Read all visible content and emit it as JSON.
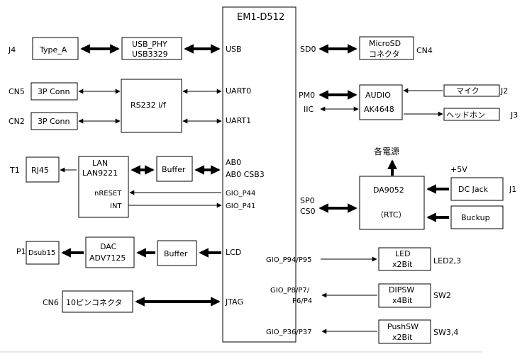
{
  "chip": {
    "title": "EM1-D512"
  },
  "pins": {
    "usb": "USB",
    "uart0": "UART0",
    "uart1": "UART1",
    "ab0": "AB0",
    "ab0_csb3": "AB0 CSB3",
    "gio_p44": "GIO_P44",
    "gio_p41": "GIO_P41",
    "lcd": "LCD",
    "jtag": "JTAG",
    "sd0": "SD0",
    "pm0": "PM0",
    "iic": "IIC",
    "sp0": "SP0",
    "cs0": "CS0",
    "gio_p94": "GIO_P94/P95",
    "gio_p8_l1": "GIO_P8/P7/",
    "gio_p8_l2": "P6/P4",
    "gio_p36": "GIO_P36/P37"
  },
  "blocks": {
    "type_a": "Type_A",
    "usb_phy_1": "USB_PHY",
    "usb_phy_2": "USB3329",
    "conn3p_a": "3P Conn",
    "conn3p_b": "3P Conn",
    "rs232": "RS232 i/f",
    "rj45": "RJ45",
    "lan_1": "LAN",
    "lan_2": "LAN9221",
    "lan_nreset": "nRESET",
    "lan_int": "INT",
    "buffer_lan": "Buffer",
    "dsub15": "Dsub15",
    "dac_1": "DAC",
    "dac_2": "ADV7125",
    "buffer_lcd": "Buffer",
    "jtag_conn": "10ピンコネクタ",
    "microsd_1": "MicroSD",
    "microsd_2": "コネクタ",
    "audio_1": "AUDIO",
    "audio_2": "AK4648",
    "mic": "マイク",
    "headphone": "ヘッドホン",
    "power_out": "各電源",
    "da9052": "DA9052",
    "rtc": "（RTC）",
    "plus5v": "+5V",
    "dc_jack": "DC Jack",
    "backup": "Buckup",
    "led_1": "LED",
    "led_2": "x2Bit",
    "dipsw_1": "DIPSW",
    "dipsw_2": "x4Bit",
    "pushsw_1": "PushSW",
    "pushsw_2": "x2Bit"
  },
  "refs": {
    "j4": "J4",
    "cn5": "CN5",
    "cn2": "CN2",
    "t1": "T1",
    "p1": "P1",
    "cn6": "CN6",
    "cn4": "CN4",
    "j2": "J2",
    "j3": "J3",
    "j1": "J1",
    "led23": "LED2,3",
    "sw2": "SW2",
    "sw34": "SW3,4"
  }
}
